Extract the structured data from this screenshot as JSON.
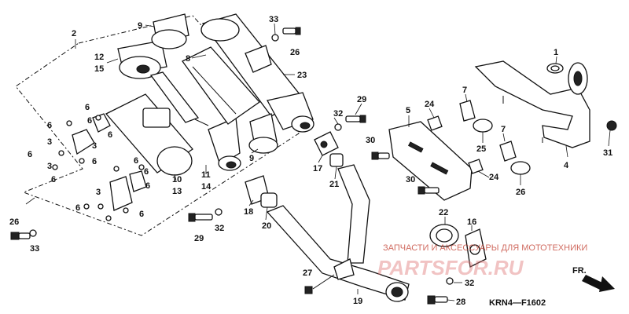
{
  "diagram": {
    "callouts": {
      "c2": "2",
      "c9a": "9",
      "c12": "12",
      "c15": "15",
      "c8": "8",
      "c33a": "33",
      "c26a": "26",
      "c23": "23",
      "c6a": "6",
      "c6b": "6",
      "c6c": "6",
      "c6d": "6",
      "c3a": "3",
      "c3b": "3",
      "c6e": "6",
      "c6f": "6",
      "c3c": "3",
      "c6g": "6",
      "c6h": "6",
      "c10": "10",
      "c13": "13",
      "c11": "11",
      "c14": "14",
      "c9b": "9",
      "c6i": "6",
      "c6j": "6",
      "c3d": "3",
      "c6k": "6",
      "c6l": "6",
      "c26b": "26",
      "c33b": "33",
      "c32a": "32",
      "c29a": "29",
      "c17": "17",
      "c21": "21",
      "c18": "18",
      "c20": "20",
      "c29b": "29",
      "c32b": "32",
      "c5": "5",
      "c24a": "24",
      "c7a": "7",
      "c25": "25",
      "c30a": "30",
      "c30b": "30",
      "c7b": "7",
      "c24b": "24",
      "c26c": "26",
      "c1": "1",
      "c4": "4",
      "c31": "31",
      "c22": "22",
      "c16": "16",
      "c27": "27",
      "c19": "19",
      "c32c": "32",
      "c28": "28"
    },
    "drawing_code": "KRN4—F1602"
  },
  "watermark": {
    "line1": "ЗАПЧАСТИ И АКСЕССУАРЫ ДЛЯ МОТОТЕХНИКИ",
    "brand": "PARTSFOR.RU"
  },
  "direction_badge": {
    "label": "FR."
  }
}
